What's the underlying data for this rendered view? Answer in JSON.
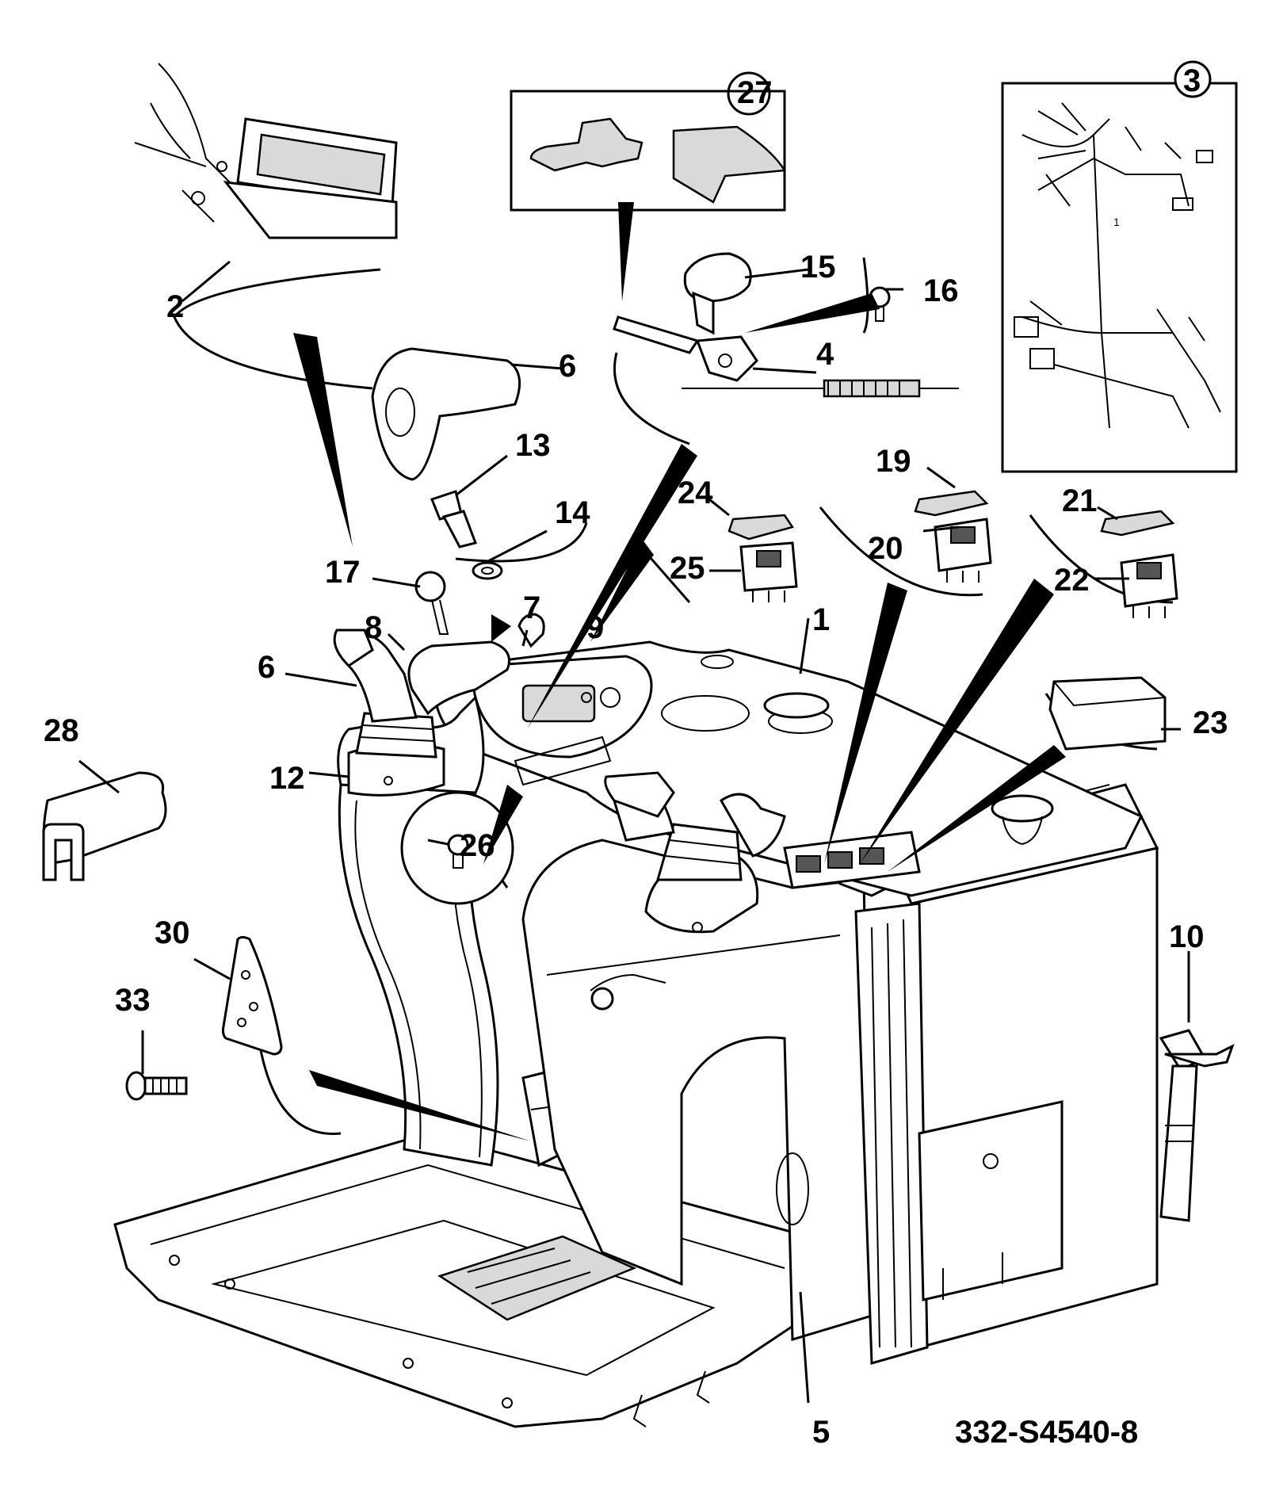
{
  "drawing_code": "332-S4540-8",
  "callouts": {
    "c1": "1",
    "c2": "2",
    "c3": "3",
    "c4": "4",
    "c5": "5",
    "c6a": "6",
    "c6b": "6",
    "c7": "7",
    "c8": "8",
    "c9": "9",
    "c10": "10",
    "c12": "12",
    "c13": "13",
    "c14": "14",
    "c15": "15",
    "c16": "16",
    "c17": "17",
    "c19": "19",
    "c20": "20",
    "c21": "21",
    "c22": "22",
    "c23": "23",
    "c24": "24",
    "c25": "25",
    "c26": "26",
    "c27": "27",
    "c28": "28",
    "c30": "30",
    "c33": "33"
  },
  "harness_inset": {
    "label": "1"
  }
}
